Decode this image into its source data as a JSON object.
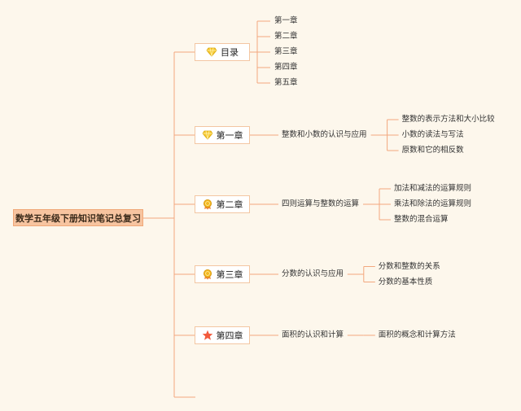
{
  "root": {
    "label": "数学五年级下册知识笔记总复习"
  },
  "chapters": [
    {
      "label": "目录",
      "icon": "diamond-icon",
      "topic": "",
      "items": [
        "第一章",
        "第二章",
        "第三章",
        "第四章",
        "第五章"
      ]
    },
    {
      "label": "第一章",
      "icon": "diamond-icon",
      "topic": "整数和小数的认识与应用",
      "items": [
        "整数的表示方法和大小比较",
        "小数的读法与写法",
        "原数和它的相反数"
      ]
    },
    {
      "label": "第二章",
      "icon": "medal-icon",
      "topic": "四则运算与整数的运算",
      "items": [
        "加法和减法的运算规则",
        "乘法和除法的运算规则",
        "整数的混合运算"
      ]
    },
    {
      "label": "第三章",
      "icon": "medal-icon",
      "topic": "分数的认识与应用",
      "items": [
        "分数和整数的关系",
        "分数的基本性质"
      ]
    },
    {
      "label": "第四章",
      "icon": "star-icon",
      "topic": "面积的认识和计算",
      "items": [
        "面积的概念和计算方法"
      ]
    }
  ],
  "colors": {
    "line": "#f2a77e",
    "root_bg": "#f7c4a0",
    "star": "#f25a3c",
    "diamond": "#f6c933",
    "medal": "#f3b722"
  }
}
